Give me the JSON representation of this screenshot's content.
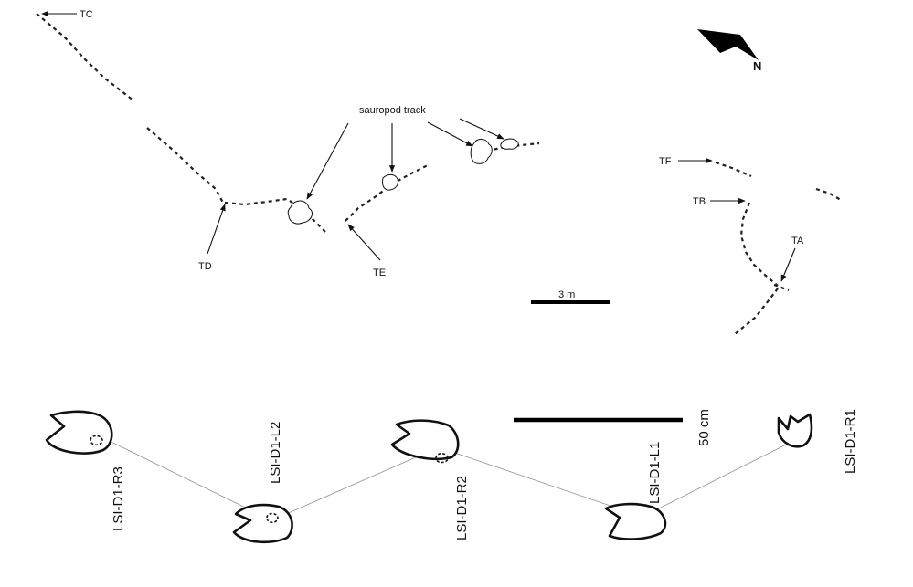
{
  "map": {
    "track_labels": {
      "tc": "TC",
      "td": "TD",
      "te": "TE",
      "tf": "TF",
      "tb": "TB",
      "ta": "TA"
    },
    "sauropod_label": "sauropod track",
    "north_label": "N",
    "scale_label": "3 m"
  },
  "detail": {
    "print_labels": {
      "r3": "LSI-D1-R3",
      "l2": "LSI-D1-L2",
      "r2": "LSI-D1-R2",
      "l1": "LSI-D1-L1",
      "r1": "LSI-D1-R1"
    },
    "scale_label": "50 cm"
  }
}
